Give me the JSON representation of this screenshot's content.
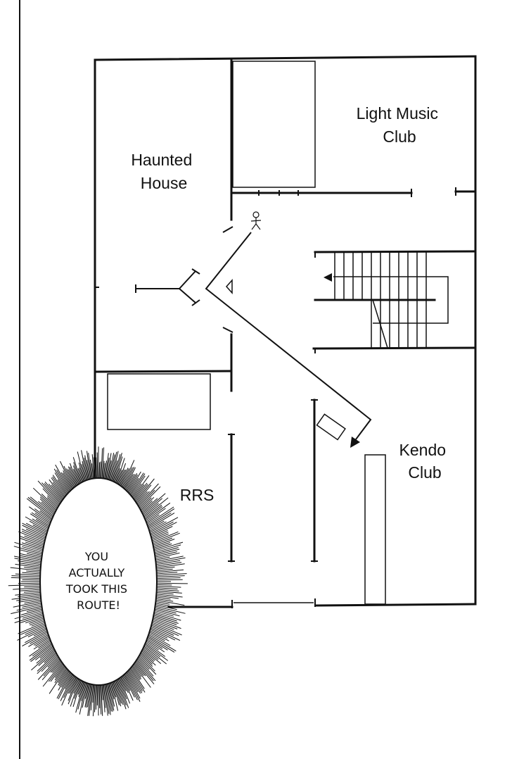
{
  "floor_plan": {
    "rooms": {
      "haunted_house": [
        "Haunted",
        "House"
      ],
      "light_music_club": [
        "Light Music",
        "Club"
      ],
      "rrs": [
        "RRS"
      ],
      "kendo_club": [
        "Kendo",
        "Club"
      ]
    }
  },
  "speech_bubble": {
    "lines": [
      "YOU",
      "ACTUALLY",
      "TOOK THIS",
      "ROUTE!"
    ]
  },
  "colors": {
    "ink": "#111111",
    "paper": "#ffffff"
  }
}
